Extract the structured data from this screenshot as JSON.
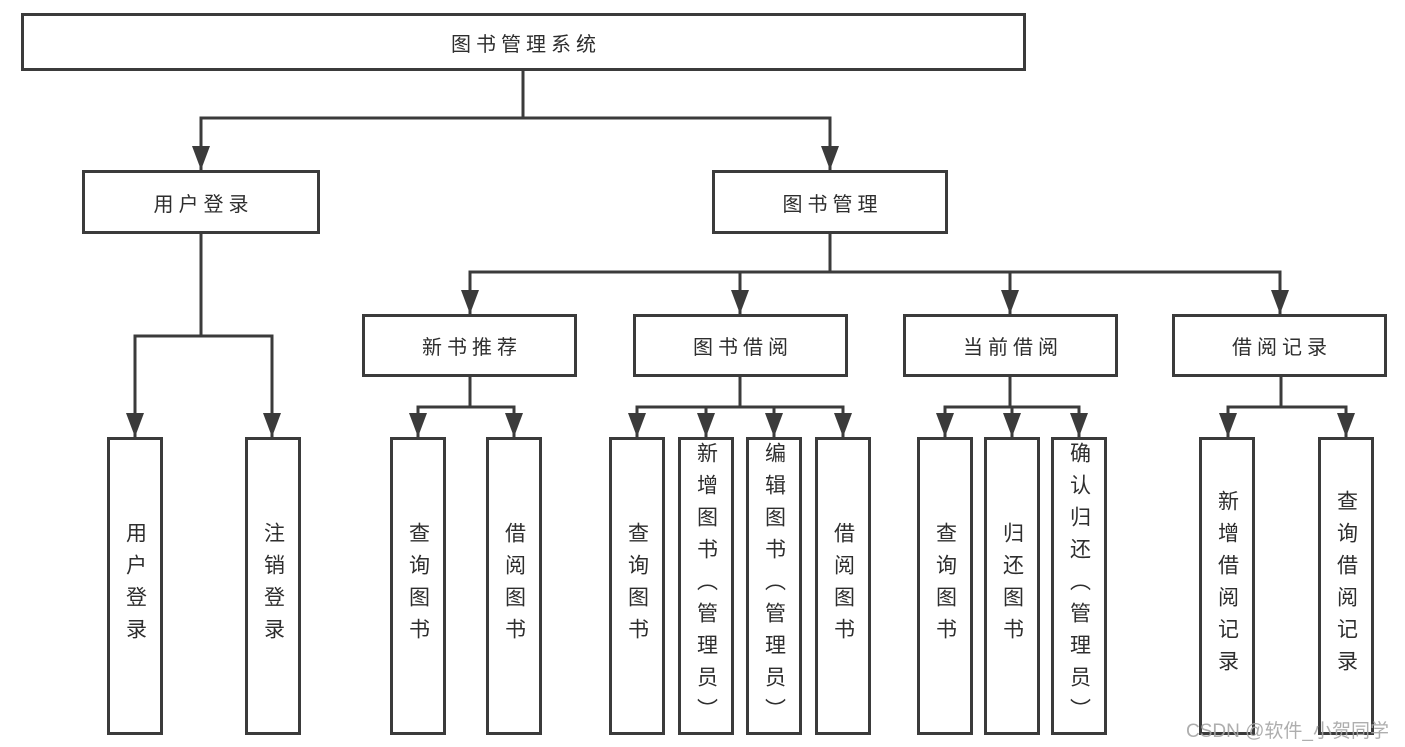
{
  "diagram": {
    "title": "图书管理系统",
    "level2": {
      "user_login": "用户登录",
      "book_management": "图书管理"
    },
    "level3": {
      "new_book_recommend": "新书推荐",
      "book_borrowing": "图书借阅",
      "current_borrowing": "当前借阅",
      "borrowing_records": "借阅记录"
    },
    "leaves": {
      "user_login": "用户登录",
      "logout": "注销登录",
      "nb_query_books": "查询图书",
      "nb_borrow_books": "借阅图书",
      "bb_query_books": "查询图书",
      "bb_add_books_admin": "新增图书（管理员）",
      "bb_edit_books_admin": "编辑图书（管理员）",
      "bb_borrow_books": "借阅图书",
      "cb_query_books": "查询图书",
      "cb_return_books": "归还图书",
      "cb_confirm_return_admin": "确认归还（管理员）",
      "br_add_record": "新增借阅记录",
      "br_query_record": "查询借阅记录"
    },
    "watermark": "CSDN @软件_小贺同学",
    "colors": {
      "line": "#3b3b3b",
      "text": "#2e2e2e",
      "watermark": "#a6a6a6",
      "background": "#ffffff"
    }
  }
}
